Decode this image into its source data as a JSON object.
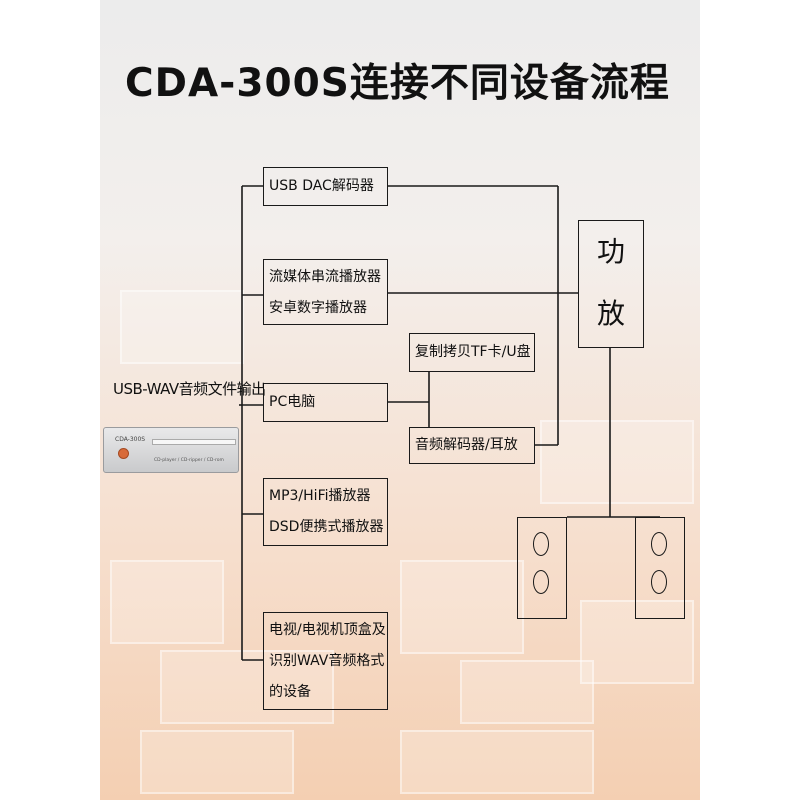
{
  "title": "CDA-300S连接不同设备流程",
  "source_label": "USB-WAV音频文件输出",
  "device": {
    "model": "CDA-300S",
    "subtitle": "CD-player / CD-ripper / CD-rom",
    "accent_color": "#d86b3a"
  },
  "nodes": {
    "usb_dac": "USB DAC解码器",
    "streamer_line1": "流媒体串流播放器",
    "streamer_line2": "安卓数字播放器",
    "pc": "PC电脑",
    "copy": "复制拷贝TF卡/U盘",
    "decoder": "音频解码器/耳放",
    "mp3_line1": "MP3/HiFi播放器",
    "mp3_line2": "DSD便携式播放器",
    "tv_line1": "电视/电视机顶盒及",
    "tv_line2": "识别WAV音频格式",
    "tv_line3": "的设备"
  },
  "amplifier": {
    "char1": "功",
    "char2": "放"
  },
  "colors": {
    "line": "#1a1a1a",
    "title": "#111111"
  }
}
